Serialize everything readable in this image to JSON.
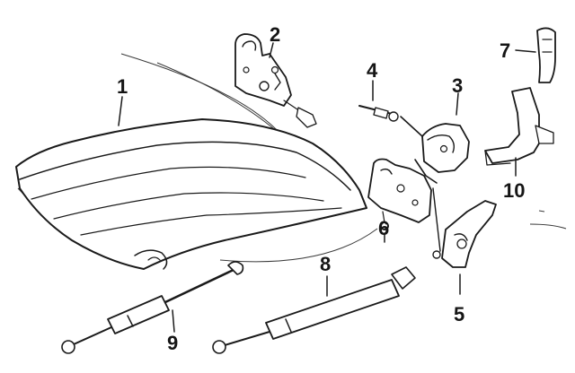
{
  "diagram": {
    "callouts": {
      "p1": "1",
      "p2": "2",
      "p3": "3",
      "p4": "4",
      "p5": "5",
      "p6": "6",
      "p7": "7",
      "p8": "8",
      "p9": "9",
      "p10": "10"
    }
  }
}
